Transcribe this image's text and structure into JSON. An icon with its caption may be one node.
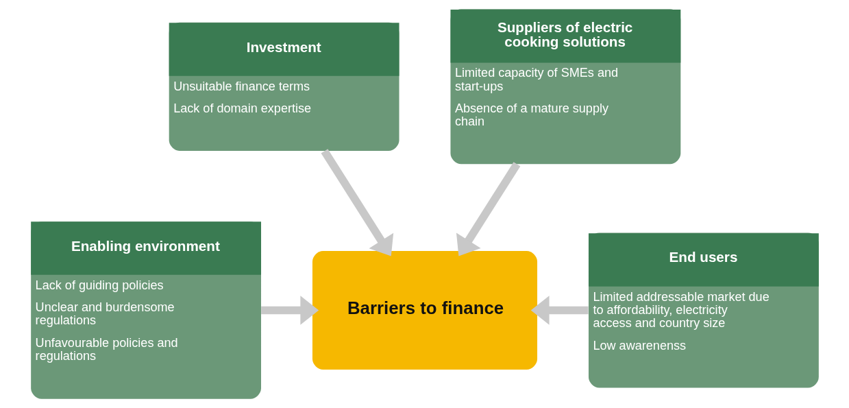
{
  "diagram": {
    "nodes": [
      {
        "text": [
          "Investment",
          "Unsuitable finance terms",
          "Lack of domain expertise"
        ]
      },
      {
        "text": [
          "Suppliers of electric cooking solutions",
          "Limited capacity of SMEs and start-ups",
          "Absence of a mature supply chain"
        ]
      },
      {
        "text": [
          "Enabling environment",
          "Lack of guiding policies",
          "Unclear and burdensome regulations",
          "Unfavourable policies and regulations"
        ]
      },
      {
        "text": [
          "Barriers to finance"
        ]
      },
      {
        "text": [
          "End users",
          "Limited addressable market due to affordability, electricity access and country size",
          "Low awarenenss"
        ]
      }
    ],
    "edges": [
      {
        "from": 0,
        "to": 3,
        "arrow": "to"
      },
      {
        "from": 1,
        "to": 3,
        "arrow": "to"
      },
      {
        "from": 2,
        "to": 3,
        "arrow": "to"
      },
      {
        "from": 4,
        "to": 3,
        "arrow": "to"
      }
    ]
  }
}
